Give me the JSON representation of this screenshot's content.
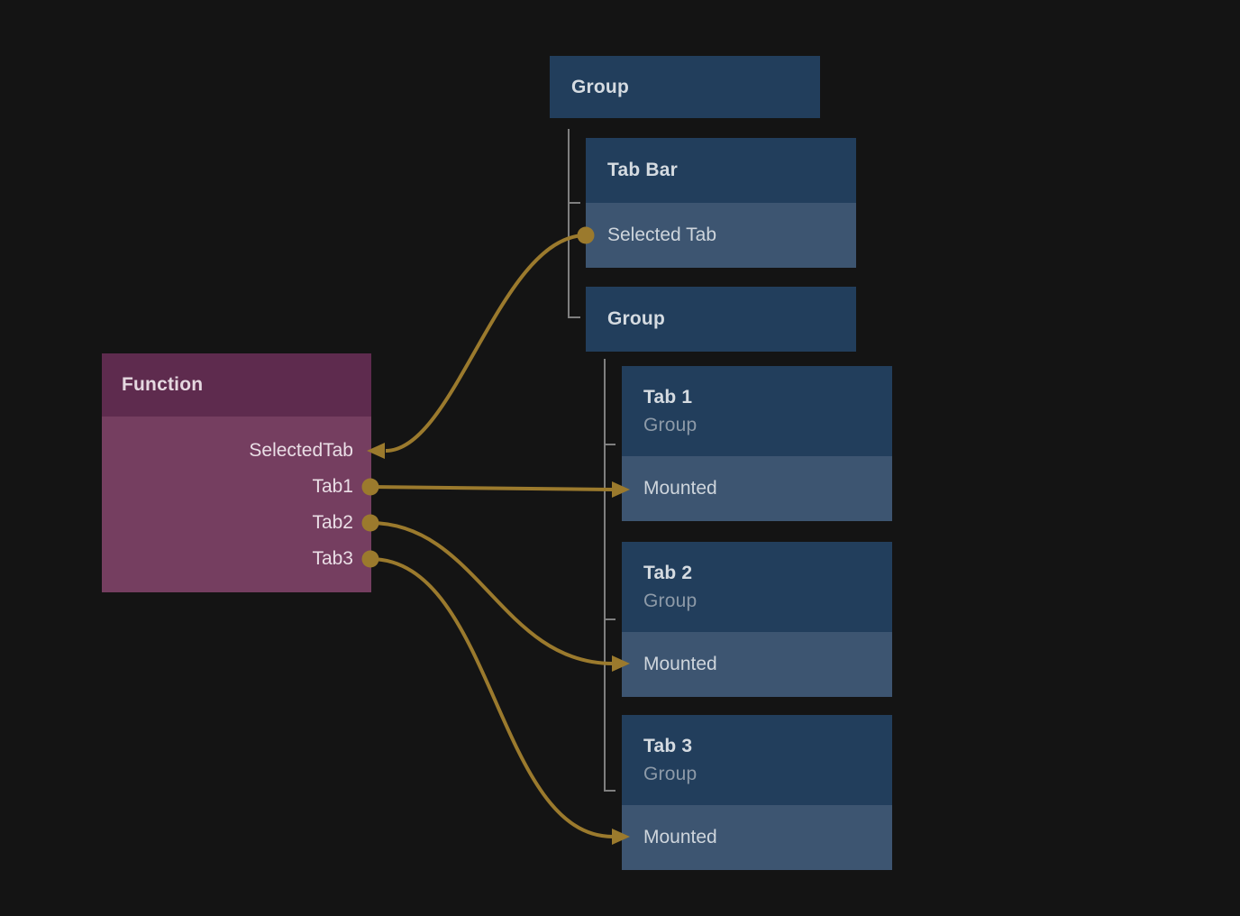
{
  "colors": {
    "background": "#141414",
    "node_header_blue": "#223e5c",
    "node_row_blue": "#3d5571",
    "function_header_purple": "#5e2b4e",
    "function_body_purple": "#753e60",
    "wire_gold": "#9b7a2d",
    "tree_line_grey": "#7f7f7f"
  },
  "nodes": {
    "group_top": {
      "title": "Group"
    },
    "tab_bar": {
      "title": "Tab Bar",
      "rows": [
        "Selected Tab"
      ]
    },
    "group_inner": {
      "title": "Group"
    },
    "tab1": {
      "title": "Tab 1",
      "subtitle": "Group",
      "rows": [
        "Mounted"
      ]
    },
    "tab2": {
      "title": "Tab 2",
      "subtitle": "Group",
      "rows": [
        "Mounted"
      ]
    },
    "tab3": {
      "title": "Tab 3",
      "subtitle": "Group",
      "rows": [
        "Mounted"
      ]
    },
    "function": {
      "title": "Function",
      "ports": [
        "SelectedTab",
        "Tab1",
        "Tab2",
        "Tab3"
      ]
    }
  },
  "connections": [
    {
      "from": "Tab Bar / Selected Tab",
      "to": "Function / SelectedTab"
    },
    {
      "from": "Function / Tab1",
      "to": "Tab 1 / Mounted"
    },
    {
      "from": "Function / Tab2",
      "to": "Tab 2 / Mounted"
    },
    {
      "from": "Function / Tab3",
      "to": "Tab 3 / Mounted"
    }
  ]
}
